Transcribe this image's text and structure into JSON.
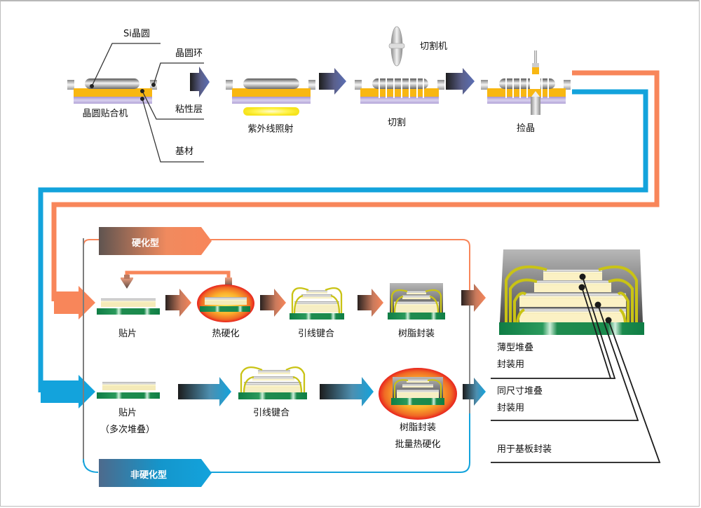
{
  "top_row": {
    "annotations": {
      "si_wafer": "Si晶圆",
      "wafer_ring": "晶圆环",
      "adhesive_layer": "粘性层",
      "substrate": "基材",
      "dicing_saw": "切割机"
    },
    "steps": [
      {
        "label": "晶圆贴合机"
      },
      {
        "label": "紫外线照射"
      },
      {
        "label": "切割"
      },
      {
        "label": "捡晶"
      }
    ]
  },
  "curing_flow": {
    "type_label": "硬化型",
    "steps": [
      {
        "label": "贴片"
      },
      {
        "label": "热硬化"
      },
      {
        "label": "引线键合"
      },
      {
        "label": "树脂封装"
      }
    ]
  },
  "non_curing_flow": {
    "type_label": "非硬化型",
    "steps": [
      {
        "label": "贴片",
        "sublabel": "（多次堆叠）"
      },
      {
        "label": "引线键合"
      },
      {
        "label": "树脂封装",
        "sublabel": "批量热硬化"
      }
    ]
  },
  "package_callouts": [
    {
      "line1": "薄型堆叠",
      "line2": "封装用"
    },
    {
      "line1": "同尺寸堆叠",
      "line2": "封装用"
    },
    {
      "line1": "用于基板封装",
      "line2": ""
    }
  ],
  "colors": {
    "curing_orange": "#f8865a",
    "non_curing_blue": "#13a3dc",
    "top_arrow_blue": "#5b6fb5",
    "adhesive_yellow": "#f8b712",
    "substrate_lavender": "#b3a5d6",
    "pcb_green": "#1c8c4e",
    "wire_yellow": "#c9c315",
    "heat_red": "#e8231e"
  }
}
